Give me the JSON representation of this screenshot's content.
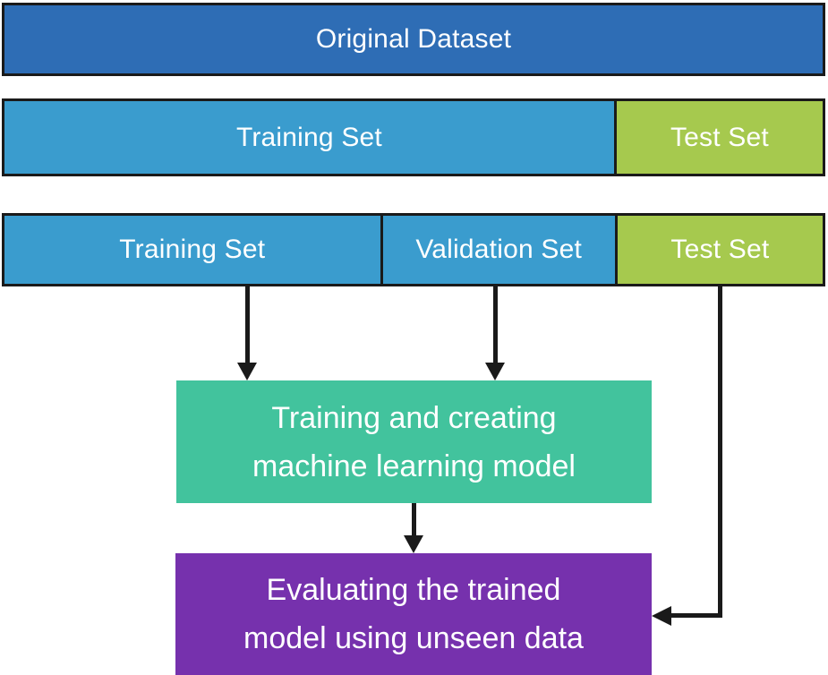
{
  "colors": {
    "dark_blue": "#2e6db5",
    "blue": "#3a9cce",
    "green": "#a6c94e",
    "teal": "#42c39d",
    "purple": "#7631ad",
    "arrow_black": "#1a1a1a",
    "label_text": "#ffffff"
  },
  "rows": {
    "original": {
      "label": "Original Dataset"
    },
    "split2": {
      "training_label": "Training Set",
      "test_label": "Test Set"
    },
    "split3": {
      "training_label": "Training Set",
      "validation_label": "Validation Set",
      "test_label": "Test Set"
    }
  },
  "boxes": {
    "model": {
      "line1": "Training and creating",
      "line2": "machine learning model"
    },
    "evaluation": {
      "line1": "Evaluating the trained",
      "line2": "model using unseen data"
    }
  }
}
